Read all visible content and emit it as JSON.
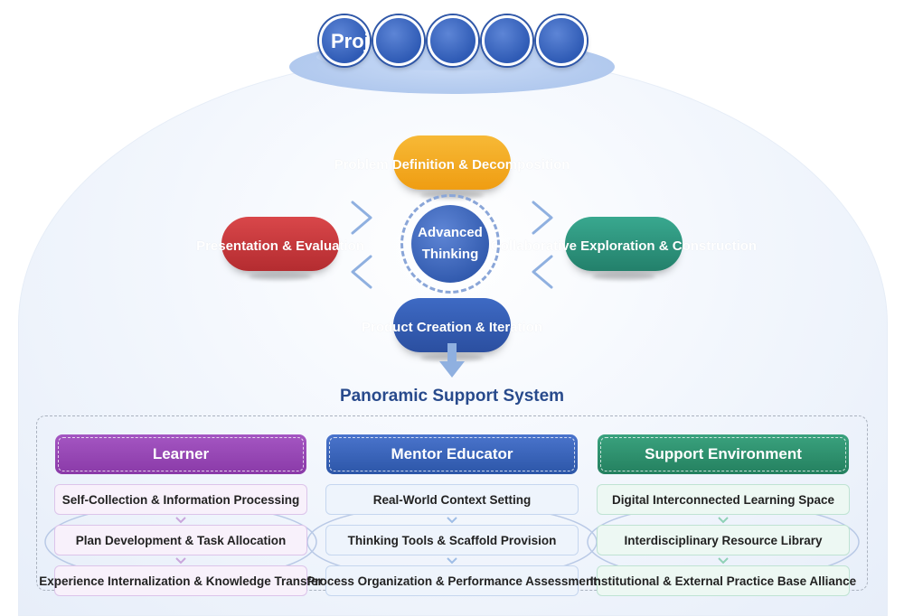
{
  "title": "Proj",
  "center": {
    "line1": "Advanced",
    "line2": "Thinking"
  },
  "cycle": {
    "top": "Problem Definition & Decomposition",
    "left": "Presentation & Evaluation",
    "right": "Collaborative Exploration & Construction",
    "bottom": "Product Creation & Iteration"
  },
  "support": {
    "title": "Panoramic Support System",
    "columns": [
      {
        "header": "Learner",
        "items": [
          "Self-Collection & Information Processing",
          "Plan Development & Task Allocation",
          "Experience Internalization & Knowledge Transfer"
        ]
      },
      {
        "header": "Mentor Educator",
        "items": [
          "Real-World Context Setting",
          "Thinking Tools & Scaffold Provision",
          "Process Organization & Performance Assessment"
        ]
      },
      {
        "header": "Support Environment",
        "items": [
          "Digital Interconnected Learning Space",
          "Interdisciplinary Resource Library",
          "Institutional & External Practice Base Alliance"
        ]
      }
    ]
  },
  "colors": {
    "yellow": "#f2a61c",
    "red": "#c13a3d",
    "green": "#2e9279",
    "blue": "#345cb1",
    "learner": "#9847b6",
    "mentor": "#3a64ba",
    "environment": "#2f916e"
  }
}
